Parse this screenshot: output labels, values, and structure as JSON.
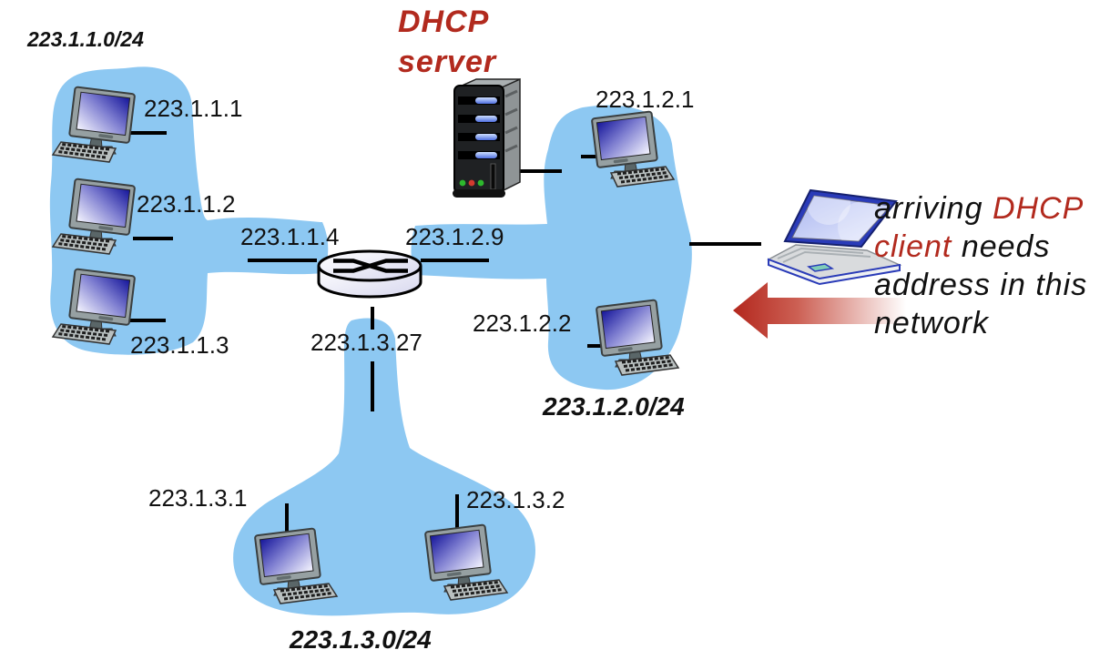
{
  "diagram": {
    "title": {
      "line1": "DHCP",
      "line2": "server"
    },
    "subnet1": {
      "cidr": "223.1.1.0/24",
      "host1": "223.1.1.1",
      "host2": "223.1.1.2",
      "host3": "223.1.1.3",
      "router_interface": "223.1.1.4"
    },
    "subnet2": {
      "cidr": "223.1.2.0/24",
      "host1": "223.1.2.1",
      "host2": "223.1.2.2",
      "router_interface": "223.1.2.9"
    },
    "subnet3": {
      "cidr": "223.1.3.0/24",
      "host1": "223.1.3.1",
      "host2": "223.1.3.2",
      "router_interface": "223.1.3.27"
    },
    "annotation": {
      "line1_black": "arriving ",
      "line1_red": "DHCP",
      "line2_red": "client",
      "line2_black": " needs",
      "line3": "address in this",
      "line4": "network"
    },
    "colors": {
      "accent_red": "#b22a1e",
      "subnet_blue": "#8dc8f2",
      "line_black": "#000000"
    },
    "icons": {
      "host": "desktop-pc-icon",
      "dhcp_server": "server-tower-icon",
      "router": "router-icon",
      "client": "laptop-icon",
      "arrow": "left-arrow-icon"
    }
  }
}
